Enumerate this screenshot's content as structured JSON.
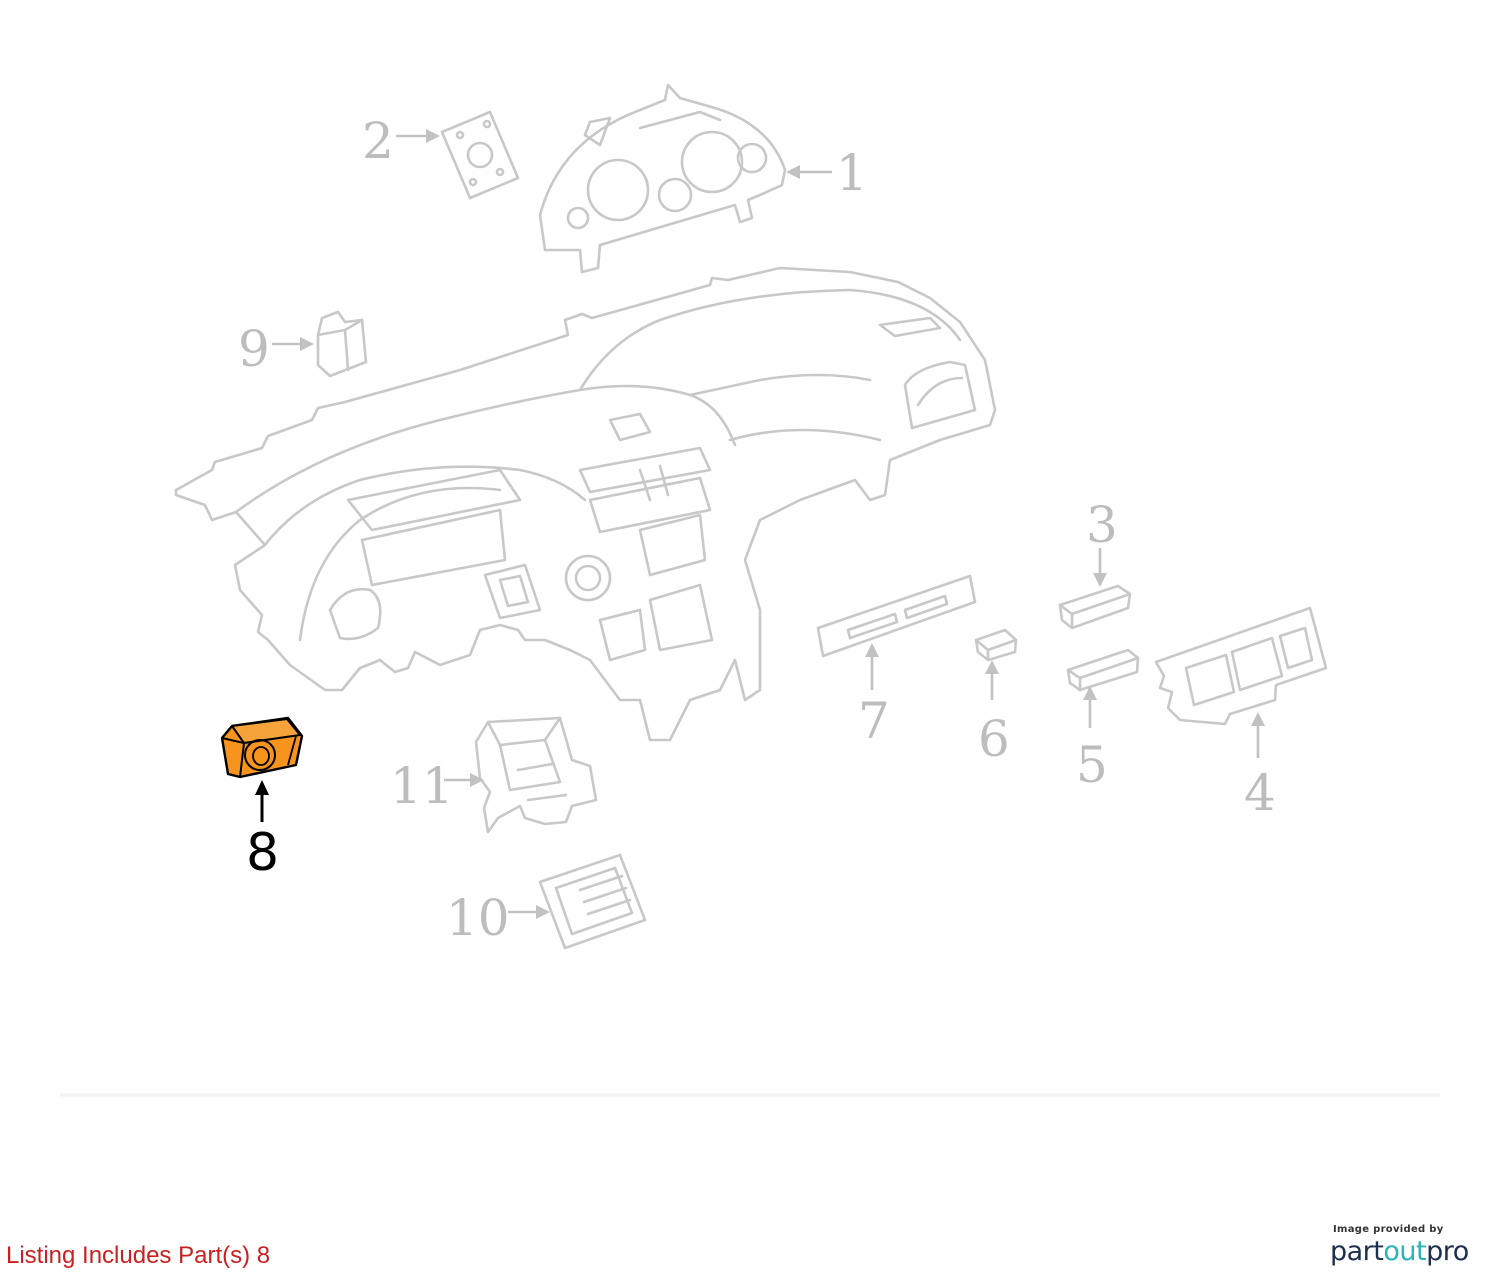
{
  "listing": {
    "text": "Listing Includes Part(s) 8",
    "color": "#cc1f1f"
  },
  "logo": {
    "caption": "Image provided by",
    "name_start": "part",
    "name_accent": "out",
    "name_end": "pro",
    "accent_color": "#2bb3b8",
    "main_color": "#1e2f4d"
  },
  "diagram": {
    "highlight_color": "#f7941d",
    "line_color": "#c8c8c8",
    "callouts": [
      {
        "id": "1",
        "label": "1",
        "highlighted": false
      },
      {
        "id": "2",
        "label": "2",
        "highlighted": false
      },
      {
        "id": "3",
        "label": "3",
        "highlighted": false
      },
      {
        "id": "4",
        "label": "4",
        "highlighted": false
      },
      {
        "id": "5",
        "label": "5",
        "highlighted": false
      },
      {
        "id": "6",
        "label": "6",
        "highlighted": false
      },
      {
        "id": "7",
        "label": "7",
        "highlighted": false
      },
      {
        "id": "8",
        "label": "8",
        "highlighted": true
      },
      {
        "id": "9",
        "label": "9",
        "highlighted": false
      },
      {
        "id": "10",
        "label": "10",
        "highlighted": false
      },
      {
        "id": "11",
        "label": "11",
        "highlighted": false
      }
    ]
  }
}
